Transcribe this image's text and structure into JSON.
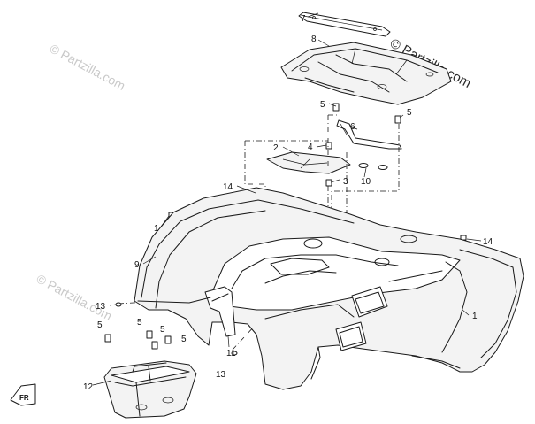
{
  "watermark": {
    "main": "© Partzilla.com",
    "repeat": "© Partzilla.com"
  },
  "callouts": [
    {
      "id": "c7",
      "label": "7"
    },
    {
      "id": "c8",
      "label": "8"
    },
    {
      "id": "c5a",
      "label": "5"
    },
    {
      "id": "c5b",
      "label": "5"
    },
    {
      "id": "c6",
      "label": "6"
    },
    {
      "id": "c2",
      "label": "2"
    },
    {
      "id": "c4",
      "label": "4"
    },
    {
      "id": "c3",
      "label": "3"
    },
    {
      "id": "c10",
      "label": "10"
    },
    {
      "id": "c14a",
      "label": "14"
    },
    {
      "id": "c1a",
      "label": "1"
    },
    {
      "id": "c14b",
      "label": "14"
    },
    {
      "id": "c9",
      "label": "9"
    },
    {
      "id": "c1b",
      "label": "1"
    },
    {
      "id": "c13a",
      "label": "13"
    },
    {
      "id": "c5c",
      "label": "5"
    },
    {
      "id": "c5d",
      "label": "5"
    },
    {
      "id": "c5e",
      "label": "5"
    },
    {
      "id": "c5f",
      "label": "5"
    },
    {
      "id": "c11",
      "label": "11"
    },
    {
      "id": "c13b",
      "label": "13"
    },
    {
      "id": "c12",
      "label": "12"
    }
  ],
  "front_marker": "FR"
}
